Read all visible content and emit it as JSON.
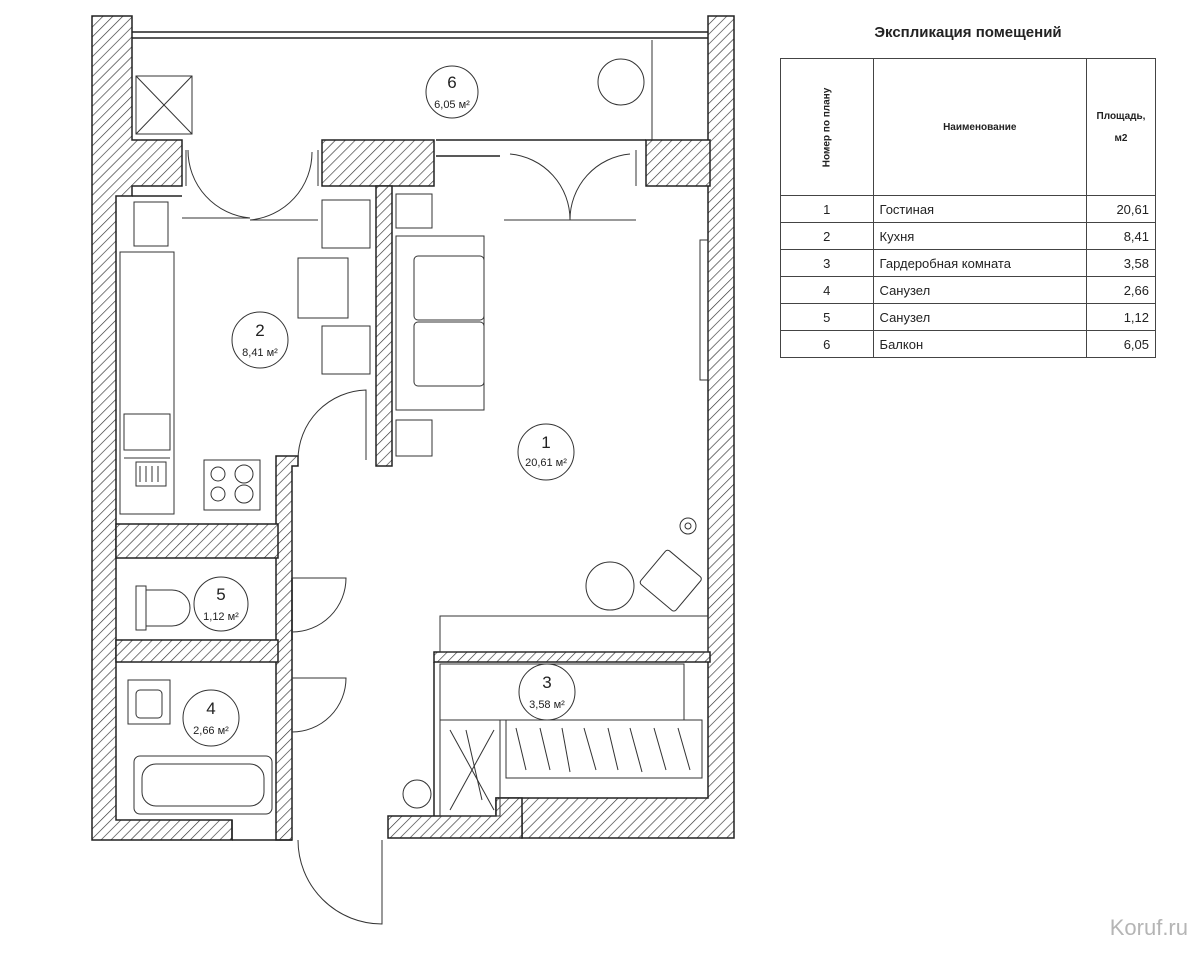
{
  "explication": {
    "title": "Экспликация помещений",
    "headers": {
      "number": "Номер по плану",
      "name": "Наименование",
      "area": "Площадь,",
      "area_unit": "м2"
    },
    "rows": [
      {
        "num": "1",
        "name": "Гостиная",
        "area": "20,61"
      },
      {
        "num": "2",
        "name": "Кухня",
        "area": "8,41"
      },
      {
        "num": "3",
        "name": "Гардеробная комната",
        "area": "3,58"
      },
      {
        "num": "4",
        "name": "Санузел",
        "area": "2,66"
      },
      {
        "num": "5",
        "name": "Санузел",
        "area": "1,12"
      },
      {
        "num": "6",
        "name": "Балкон",
        "area": "6,05"
      }
    ]
  },
  "plan": {
    "rooms": [
      {
        "id": "1",
        "num": "1",
        "area": "20,61 м²"
      },
      {
        "id": "2",
        "num": "2",
        "area": "8,41 м²"
      },
      {
        "id": "3",
        "num": "3",
        "area": "3,58 м²"
      },
      {
        "id": "4",
        "num": "4",
        "area": "2,66 м²"
      },
      {
        "id": "5",
        "num": "5",
        "area": "1,12 м²"
      },
      {
        "id": "6",
        "num": "6",
        "area": "6,05 м²"
      }
    ]
  },
  "watermark": "Koruf.ru"
}
